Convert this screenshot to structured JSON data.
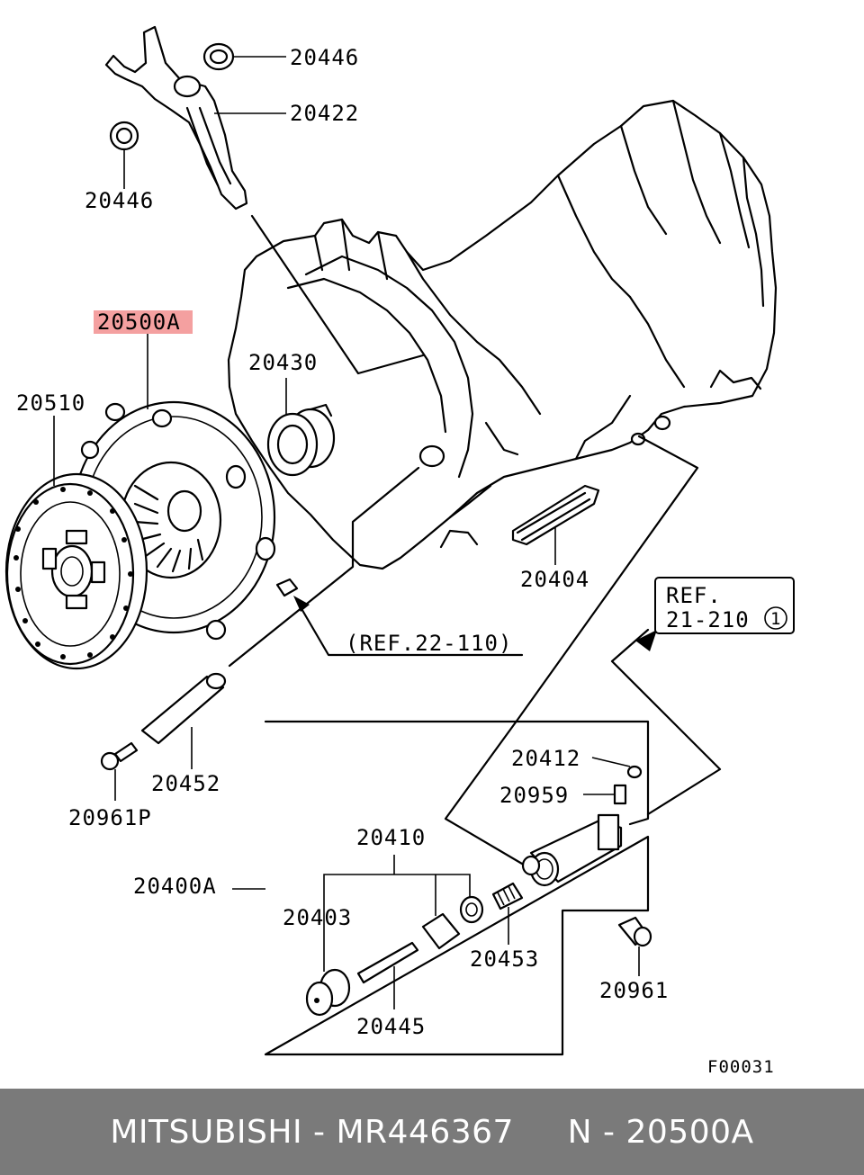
{
  "labels": {
    "p20446a": "20446",
    "p20422": "20422",
    "p20446b": "20446",
    "p20500A": "20500A",
    "p20430": "20430",
    "p20510": "20510",
    "p20404": "20404",
    "ref22": "(REF.22-110)",
    "ref21_line1": "REF.",
    "ref21_line2": "21-210",
    "ref21_circle": "1",
    "p20412": "20412",
    "p20959": "20959",
    "p20410": "20410",
    "p20452": "20452",
    "p20961P": "20961P",
    "p20400A": "20400A",
    "p20403": "20403",
    "p20453": "20453",
    "p20445": "20445",
    "p20961": "20961",
    "figure_code": "F00031"
  },
  "highlight_color": "#f4a0a0",
  "footer": {
    "text": "MITSUBISHI - MR446367     N - 20500A",
    "background": "#7a7a7a"
  }
}
